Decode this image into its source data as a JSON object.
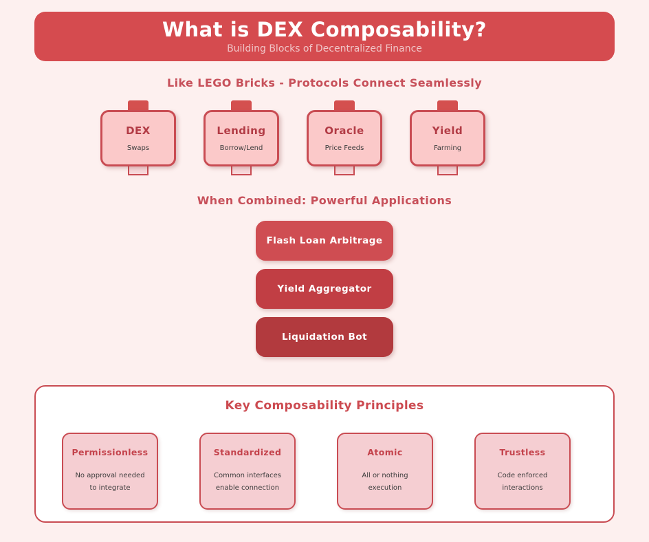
{
  "colors": {
    "page_background": "#fdf0ef",
    "banner_background": "#d54b4f",
    "accent_border": "#c94c53",
    "brick_fill": "#fbc9c9",
    "heading_red": "#c7505a"
  },
  "header": {
    "title": "What is DEX Composability?",
    "subtitle": "Building Blocks of Decentralized Finance"
  },
  "lego_section": {
    "heading": "Like LEGO Bricks - Protocols Connect Seamlessly",
    "bricks": [
      {
        "title": "DEX",
        "subtitle": "Swaps"
      },
      {
        "title": "Lending",
        "subtitle": "Borrow/Lend"
      },
      {
        "title": "Oracle",
        "subtitle": "Price Feeds"
      },
      {
        "title": "Yield",
        "subtitle": "Farming"
      }
    ]
  },
  "combined_section": {
    "heading": "When Combined: Powerful Applications",
    "applications": [
      {
        "label": "Flash Loan Arbitrage",
        "color": "#cf4d52"
      },
      {
        "label": "Yield Aggregator",
        "color": "#c13e44"
      },
      {
        "label": "Liquidation Bot",
        "color": "#b23a3e"
      }
    ]
  },
  "principles_section": {
    "heading": "Key Composability Principles",
    "principles": [
      {
        "title": "Permissionless",
        "line1": "No approval needed",
        "line2": "to integrate"
      },
      {
        "title": "Standardized",
        "line1": "Common interfaces",
        "line2": "enable connection"
      },
      {
        "title": "Atomic",
        "line1": "All or nothing",
        "line2": "execution"
      },
      {
        "title": "Trustless",
        "line1": "Code enforced",
        "line2": "interactions"
      }
    ]
  }
}
